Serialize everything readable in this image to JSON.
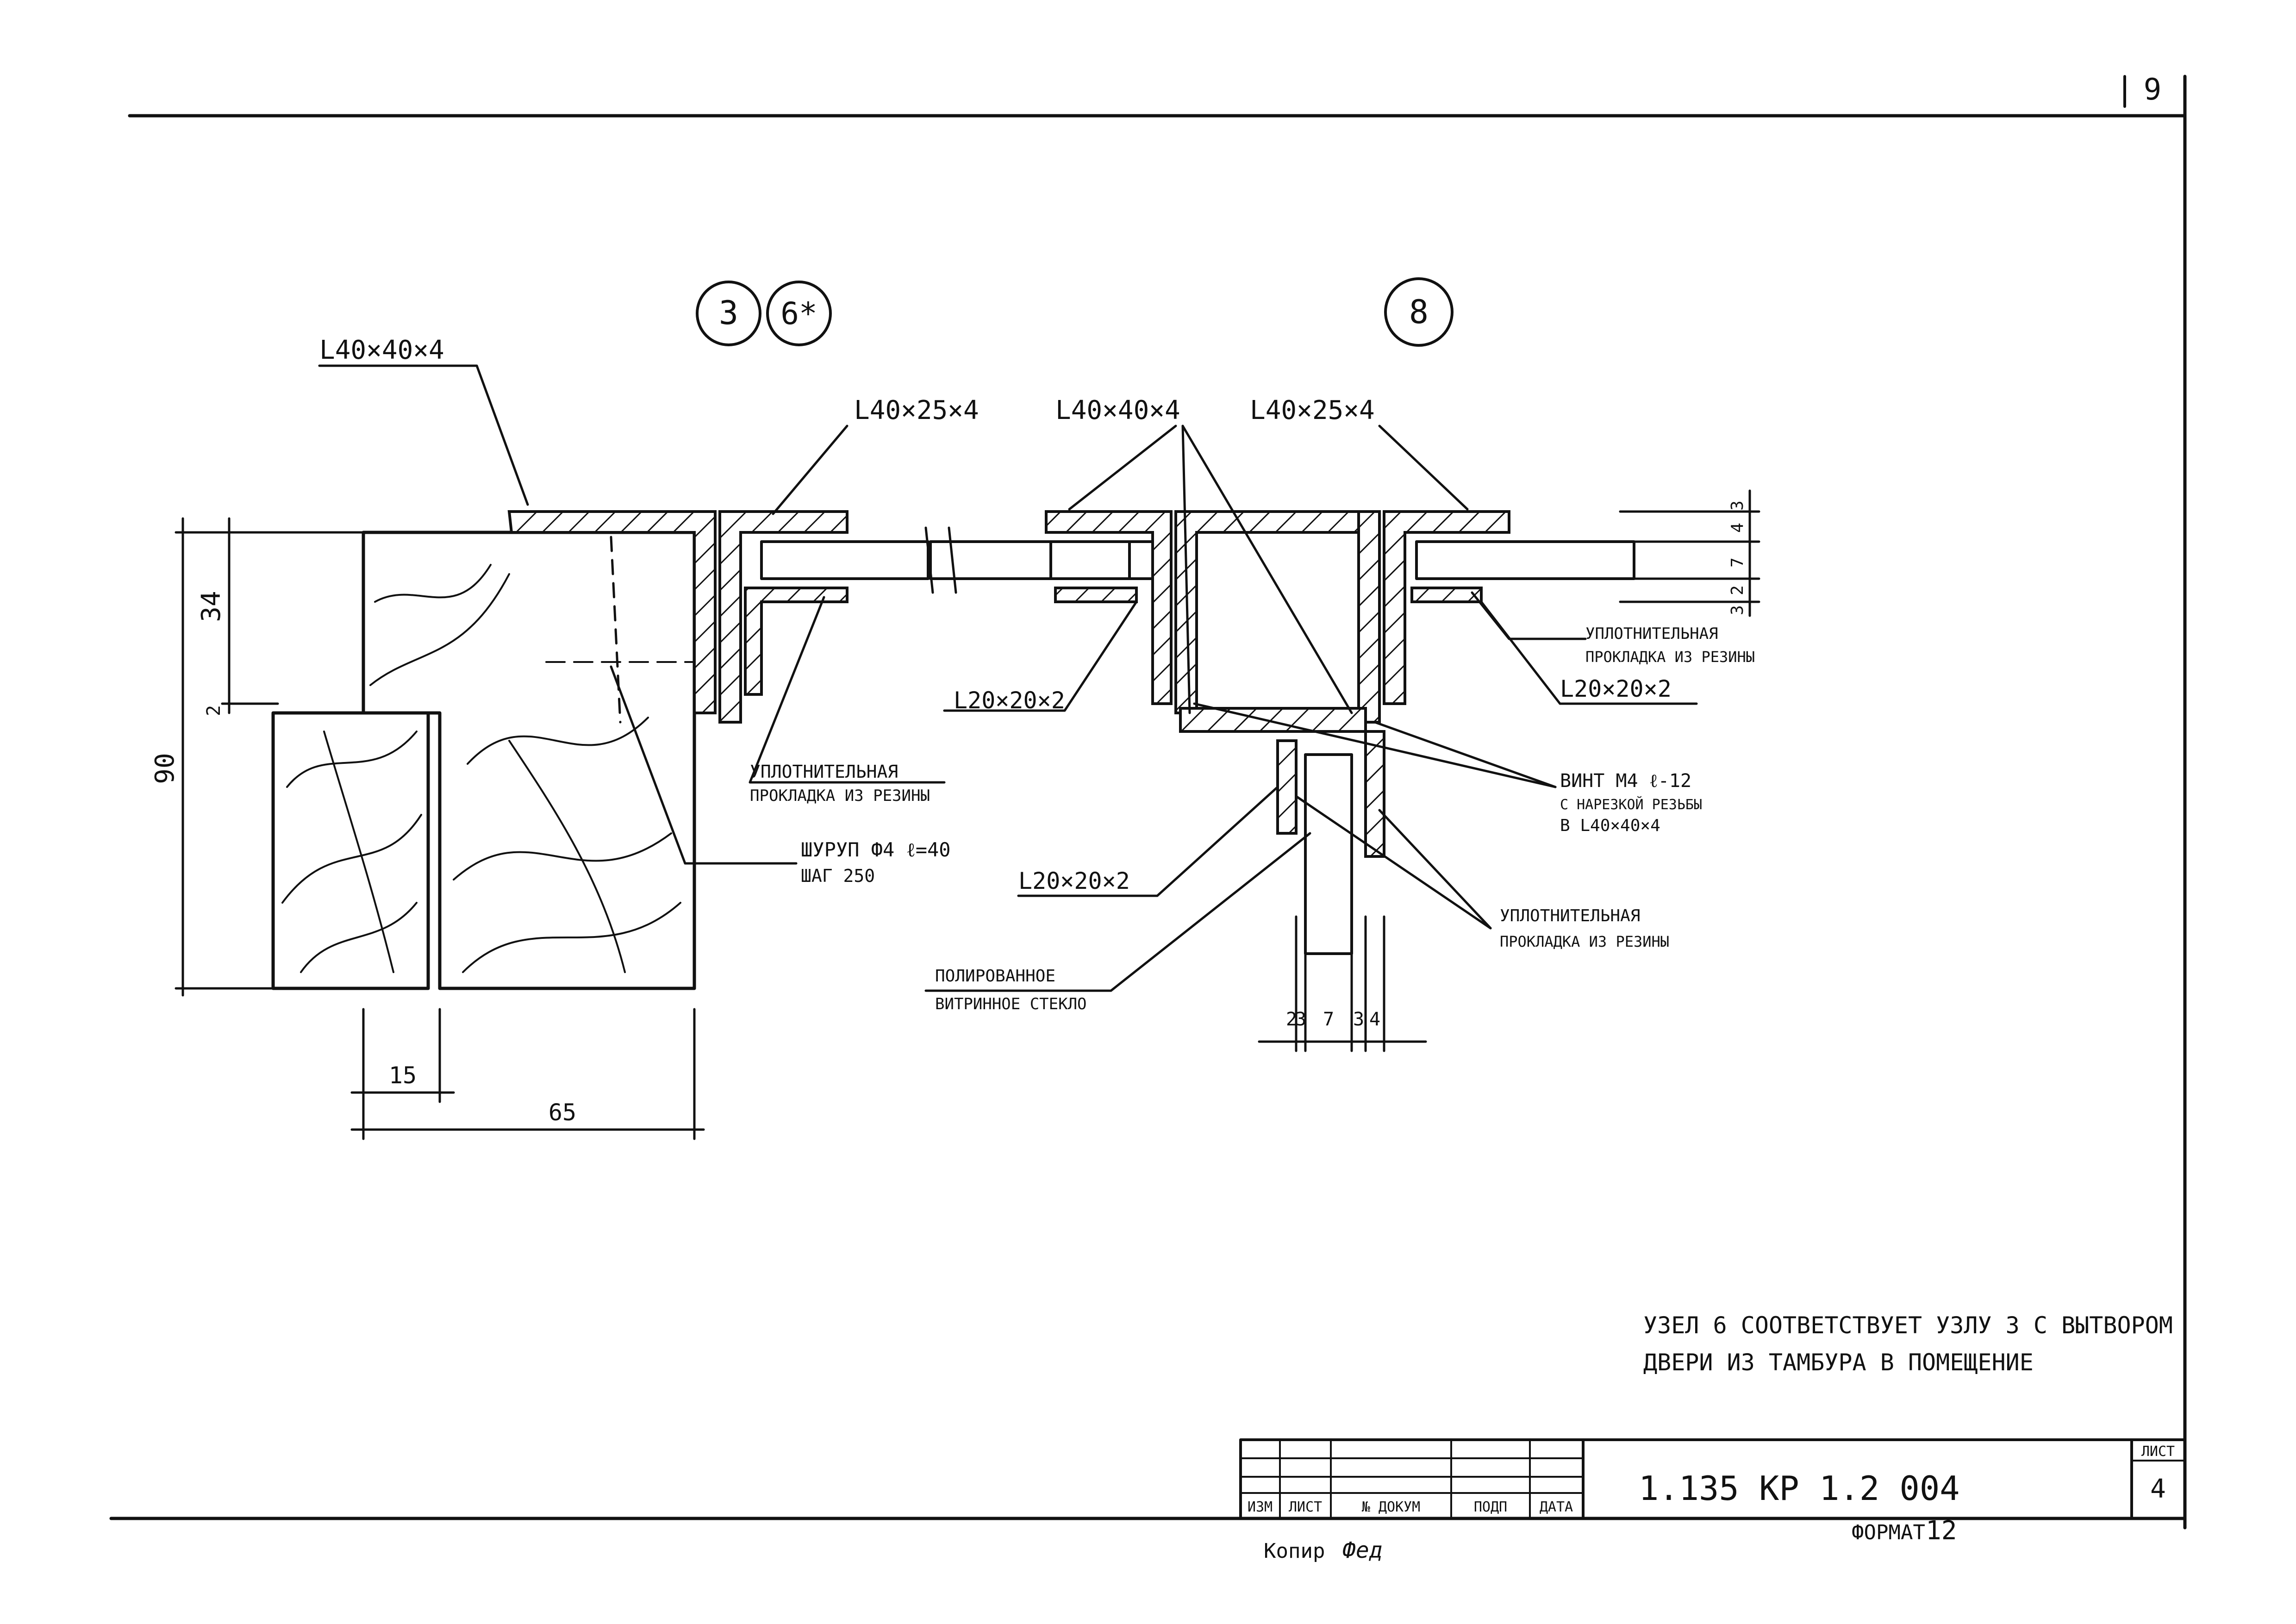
{
  "sheet": {
    "page_number": "9",
    "designation": "1.135 КР 1.2 004",
    "sheet_header": "ЛИСТ",
    "sheet_number": "4",
    "format_label": "ФОРМАТ",
    "format_value": "12",
    "copy_label": "Копир",
    "copy_signature": "Фед",
    "title_block_columns": [
      "ИЗМ",
      "ЛИСТ",
      "№ ДОКУМ",
      "ПОДП",
      "ДАТА"
    ]
  },
  "node_markers": [
    "3",
    "6*",
    "8"
  ],
  "note": {
    "line1": "УЗЕЛ 6 СООТВЕТСТВУЕТ УЗЛУ 3 С ВЫТВОРОМ",
    "line2": "ДВЕРИ ИЗ ТАМБУРА В ПОМЕЩЕНИЕ"
  },
  "callouts": {
    "angle_left_top": "L40×40×4",
    "angle_left_mid": "L40×25×4",
    "angle_mid": "L40×40×4",
    "angle_right": "L40×25×4",
    "angle_small_left": "L20×20×2",
    "angle_small_right": "L20×20×2",
    "angle_small_bottom": "L20×20×2",
    "gasket_right_1": "УПЛОТНИТЕЛЬНАЯ",
    "gasket_right_2": "ПРОКЛАДКА ИЗ РЕЗИНЫ",
    "gasket_left_1": "УПЛОТНИТЕЛЬНАЯ",
    "gasket_left_2": "ПРОКЛАДКА ИЗ РЕЗИНЫ",
    "gasket_bottom_1": "УПЛОТНИТЕЛЬНАЯ",
    "gasket_bottom_2": "ПРОКЛАДКА ИЗ РЕЗИНЫ",
    "screw_1": "ШУРУП Ф4 ℓ=40",
    "screw_2": "ШАГ 250",
    "bolt_1": "ВИНТ М4 ℓ-12",
    "bolt_2": "С НАРЕЗКОЙ РЕЗЬБЫ",
    "bolt_3": "В L40×40×4",
    "glass_1": "ПОЛИРОВАННОЕ",
    "glass_2": "ВИТРИННОЕ СТЕКЛО"
  },
  "dimensions": {
    "left_height": "90",
    "left_upper": "34",
    "left_gap": "2",
    "bottom_small": "15",
    "bottom_total": "65",
    "right_stack": [
      "3",
      "4",
      "7",
      "2",
      "3"
    ],
    "bottom_stack": [
      "2",
      "3",
      "7",
      "3",
      "4"
    ]
  }
}
